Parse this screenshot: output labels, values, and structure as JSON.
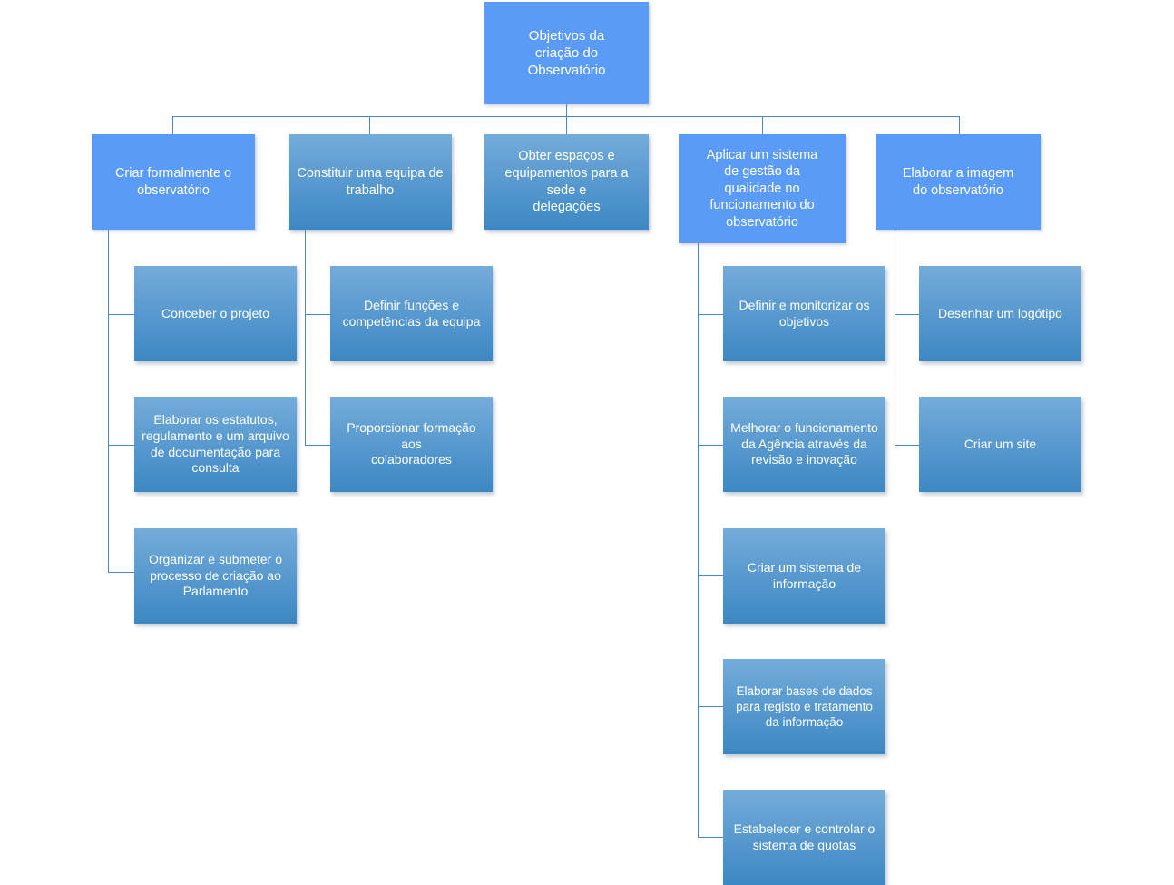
{
  "diagram": {
    "title": "Objetivos da criação do Observatório",
    "type": "organizational-tree",
    "language": "pt",
    "colors": {
      "node_flat": "#5B9BF8",
      "node_gradient_top": "#74ACDB",
      "node_gradient_bottom": "#3C88C4",
      "connector": "#4A86C8",
      "node_text": "#FFFFFF",
      "background": "#FFFFFF"
    }
  },
  "root": {
    "label": "Objetivos da\ncriação do\nObservatório",
    "style": "flat"
  },
  "branches": [
    {
      "label": "Criar formalmente o\nobservatório",
      "style": "flat",
      "children": [
        {
          "label": "Conceber o projeto",
          "style": "gradient"
        },
        {
          "label": "Elaborar os estatutos,\nregulamento e um arquivo\nde documentação para\nconsulta",
          "style": "gradient"
        },
        {
          "label": "Organizar e submeter o\nprocesso de criação ao\nParlamento",
          "style": "gradient"
        }
      ]
    },
    {
      "label": "Constituir uma equipa de\ntrabalho",
      "style": "gradient",
      "children": [
        {
          "label": "Definir funções e\ncompetências da equipa",
          "style": "gradient"
        },
        {
          "label": "Proporcionar formação aos\ncolaboradores",
          "style": "gradient"
        }
      ]
    },
    {
      "label": "Obter espaços e\nequipamentos para a sede e\ndelegações",
      "style": "gradient",
      "children": []
    },
    {
      "label": "Aplicar um sistema\nde gestão da\nqualidade no\nfuncionamento do\nobservatório",
      "style": "flat",
      "children": [
        {
          "label": "Definir e monitorizar os\nobjetivos",
          "style": "gradient"
        },
        {
          "label": "Melhorar o funcionamento\nda Agência através da\nrevisão e inovação",
          "style": "gradient"
        },
        {
          "label": "Criar um sistema de\ninformação",
          "style": "gradient"
        },
        {
          "label": "Elaborar bases de dados\npara registo e tratamento\nda informação",
          "style": "gradient"
        },
        {
          "label": "Estabelecer e controlar o\nsistema de quotas",
          "style": "gradient"
        }
      ]
    },
    {
      "label": "Elaborar a imagem\ndo observatório",
      "style": "flat",
      "children": [
        {
          "label": "Desenhar um logótipo",
          "style": "gradient"
        },
        {
          "label": "Criar um site",
          "style": "gradient"
        }
      ]
    }
  ]
}
